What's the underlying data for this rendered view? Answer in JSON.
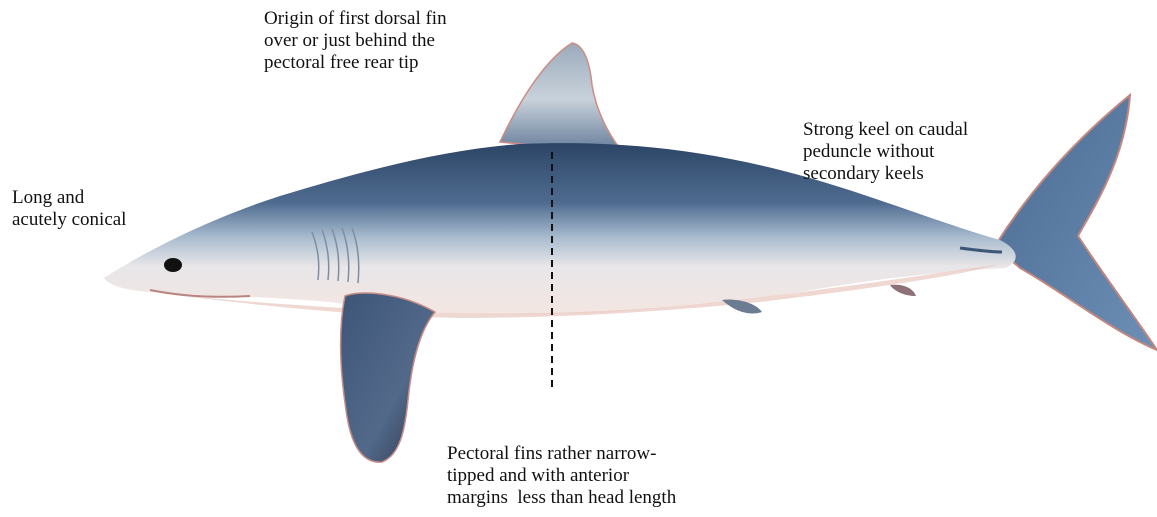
{
  "annotations": {
    "dorsal_fin": {
      "lines": [
        "Origin of first dorsal fin",
        "over or just behind the",
        "pectoral free rear tip"
      ]
    },
    "snout": {
      "lines": [
        "Long and",
        "acutely conical"
      ]
    },
    "caudal_keel": {
      "lines": [
        "Strong keel on caudal",
        "peduncle without",
        "secondary keels"
      ]
    },
    "pectoral_fins": {
      "lines": [
        "Pectoral fins rather narrow-",
        "tipped and with anterior",
        "margins  less than head length"
      ]
    }
  },
  "colors": {
    "background": "#ffffff",
    "text": "#111111",
    "shark_dorsal": "#2f4a6c",
    "shark_mid": "#8fa6bf",
    "shark_belly": "#f1e9e6",
    "fin_edge": "#c77a74",
    "guide_line": "#111111"
  }
}
